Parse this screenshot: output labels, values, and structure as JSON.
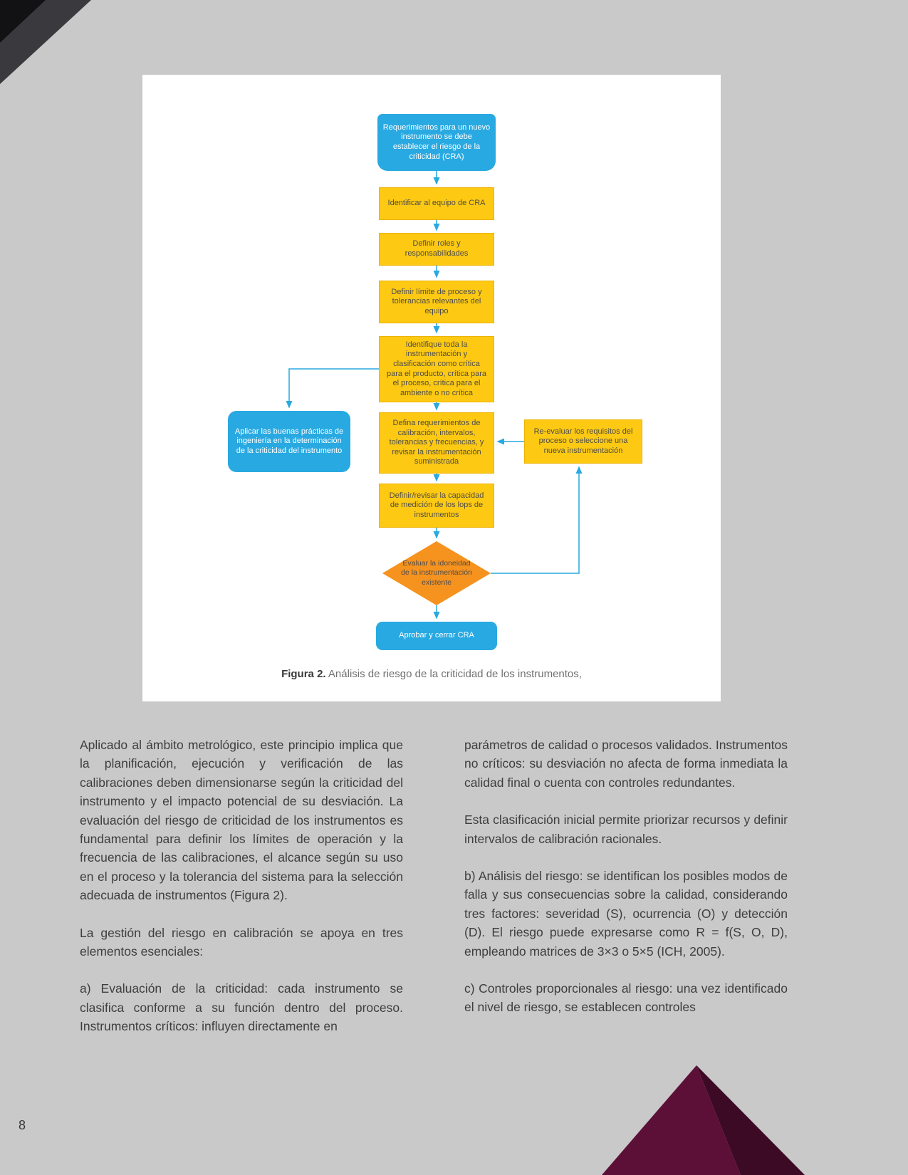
{
  "page": {
    "number": "8"
  },
  "figure": {
    "caption_label": "Figura 2.",
    "caption_text": " Análisis de riesgo de la criticidad de los instrumentos,"
  },
  "flowchart": {
    "nodes": {
      "start": "Requerimientos para un nuevo instrumento se debe establecer el riesgo de la criticidad (CRA)",
      "identify_team": "Identificar al equipo de CRA",
      "roles": "Definir roles y responsabilidades",
      "process_limits": "Definir límite de proceso y tolerancias relevantes del equipo",
      "classification": "Identifique toda la instrumentación y clasificación como crítica para el producto, crítica para el proceso, crítica para el ambiente o no crítica",
      "good_practices": "Aplicar las buenas prácticas de ingeniería en la determinación de la criticidad del instrumento",
      "calibration_requirements": "Defina requerimientos de calibración, intervalos, tolerancias y frecuencias, y revisar la instrumentación suministrada",
      "reevaluate": "Re-evaluar los requisitos del proceso o seleccione una nueva instrumentación",
      "measurement_capacity": "Definir/revisar la capacidad de medición de los lops de instrumentos",
      "evaluate_suitability": "Evaluar la idoneidad de la instrumentación existente",
      "approve": "Aprobar y cerrar CRA"
    }
  },
  "body": {
    "left_column": [
      "Aplicado al ámbito metrológico, este principio implica que la planificación, ejecución y verificación de las calibraciones deben dimensionarse según la criticidad del instrumento y el impacto potencial de su desviación. La evaluación del riesgo de criticidad de los instrumentos es fundamental para definir los límites de operación y la frecuencia de las calibraciones, el alcance según su uso en el proceso y la tolerancia del sistema para la selección adecuada de instrumentos (Figura 2).",
      "La gestión del riesgo en calibración se apoya en tres elementos esenciales:",
      "a) Evaluación de la criticidad: cada instrumento se clasifica conforme a su función dentro del proceso. Instrumentos críticos: influyen directamente en"
    ],
    "right_column": [
      "parámetros de calidad o procesos validados. Instrumentos no críticos: su desviación no afecta de forma inmediata la calidad final o cuenta con controles redundantes.",
      "Esta clasificación inicial permite priorizar recursos y definir intervalos de calibración racionales.",
      "b) Análisis del riesgo: se identifican los posibles modos de falla y sus consecuencias sobre la calidad, considerando tres factores: severidad (S), ocurrencia (O) y detección (D). El riesgo puede expresarse como R = f(S, O, D), empleando matrices de 3×3 o 5×5 (ICH, 2005).",
      "c) Controles proporcionales al riesgo: una vez identificado el nivel de riesgo, se establecen controles"
    ]
  },
  "colors": {
    "background": "#c9c9c9",
    "flow_yellow": "#fdc913",
    "flow_blue": "#29a9e1",
    "flow_orange": "#f6921e",
    "pyramid_light": "#5c1038",
    "pyramid_dark": "#3c0a24"
  }
}
